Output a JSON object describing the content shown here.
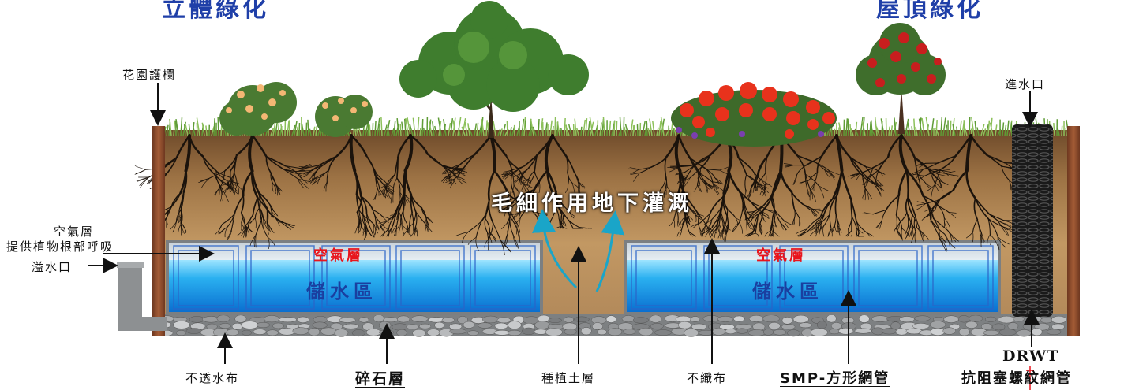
{
  "top_titles": {
    "left": "立體綠化",
    "right": "屋頂綠化"
  },
  "capillary_title": "毛細作用地下灌溉",
  "air_layer_inner": "空氣層",
  "storage_zone": "儲水區",
  "labels": {
    "garden_fence": "花園護欄",
    "inlet": "進水口",
    "air_layer_title": "空氣層",
    "air_layer_desc": "提供植物根部呼吸",
    "overflow": "溢水口",
    "impermeable_cloth": "不透水布",
    "gravel_layer": "碎石層",
    "planting_soil": "種植土層",
    "nonwoven": "不織布",
    "smp_pipe": "SMP-方形網管",
    "drwt": "DRWT",
    "anti_clog_pipe": "抗阻塞螺紋網管"
  },
  "colors": {
    "soil": "#b58a58",
    "water": "#1e8fe0",
    "gravel": "#8e9192",
    "wood": "#8b4a2b",
    "title_blue": "#1f3fa8",
    "air_red": "#e8141c",
    "capillary_arrow": "#1aa5c8"
  }
}
